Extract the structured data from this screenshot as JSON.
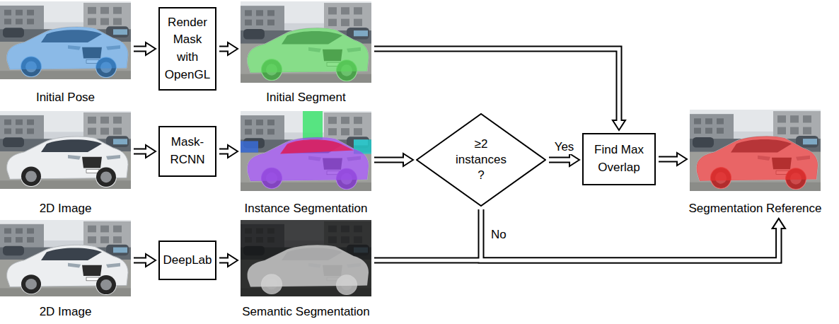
{
  "diagram": {
    "nodes": [
      {
        "text": [
          "Initial Pose"
        ]
      },
      {
        "text": [
          "Render Mask with OpenGL"
        ]
      },
      {
        "text": [
          "Initial Segment"
        ]
      },
      {
        "text": [
          "2D Image"
        ]
      },
      {
        "text": [
          "Mask-RCNN"
        ]
      },
      {
        "text": [
          "Instance Segmentation"
        ]
      },
      {
        "text": [
          "≥2 instances ?"
        ]
      },
      {
        "text": [
          "Find Max Overlap"
        ]
      },
      {
        "text": [
          "Segmentation Reference"
        ]
      },
      {
        "text": [
          "2D Image"
        ]
      },
      {
        "text": [
          "DeepLab"
        ]
      },
      {
        "text": [
          "Semantic Segmentation"
        ]
      }
    ],
    "edges": [
      {
        "from": 0,
        "to": 1,
        "arrow": "to"
      },
      {
        "from": 1,
        "to": 2,
        "arrow": "to"
      },
      {
        "from": 2,
        "to": 7,
        "arrow": "to"
      },
      {
        "from": 3,
        "to": 4,
        "arrow": "to"
      },
      {
        "from": 4,
        "to": 5,
        "arrow": "to"
      },
      {
        "from": 5,
        "to": 6,
        "arrow": "to"
      },
      {
        "from": 6,
        "to": 7,
        "label": "Yes",
        "arrow": "to"
      },
      {
        "from": 7,
        "to": 8,
        "arrow": "to"
      },
      {
        "from": 6,
        "to": 8,
        "label": "No",
        "arrow": "to"
      },
      {
        "from": 9,
        "to": 10,
        "arrow": "to"
      },
      {
        "from": 10,
        "to": 11,
        "arrow": "to"
      },
      {
        "from": 11,
        "to": 8,
        "arrow": "to"
      }
    ]
  }
}
